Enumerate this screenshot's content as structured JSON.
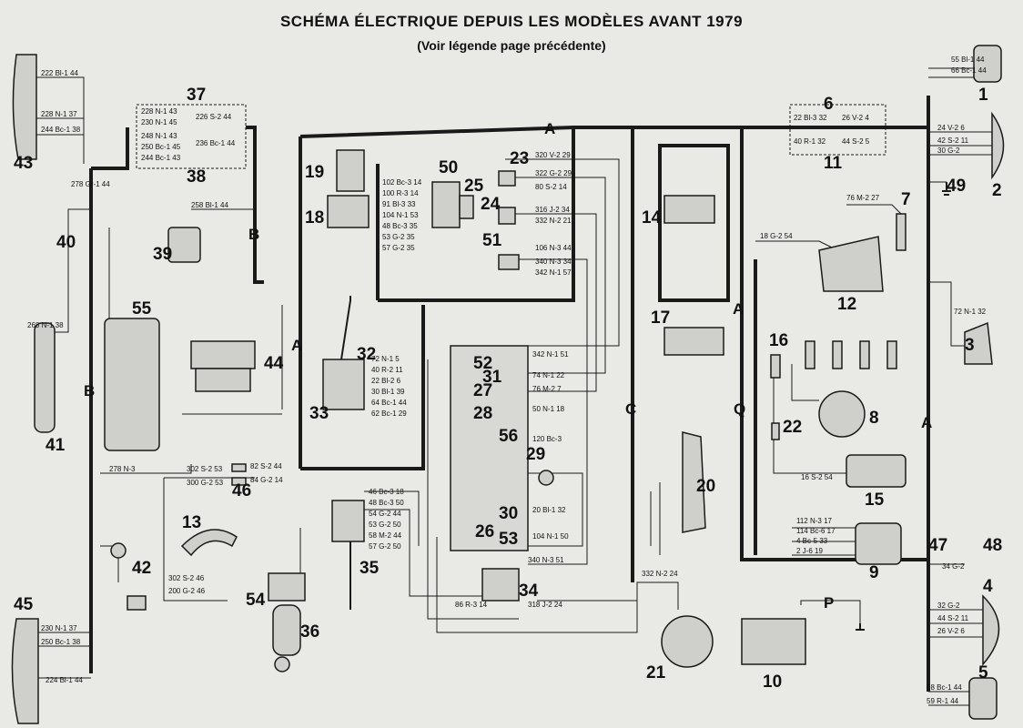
{
  "title": "SCHÉMA ÉLECTRIQUE DEPUIS LES MODÈLES  AVANT  1979",
  "subtitle": "(Voir légende page précédente)",
  "buses": [
    "A",
    "A",
    "A",
    "A",
    "B",
    "B",
    "C",
    "Q",
    "P"
  ],
  "component_numbers": [
    "1",
    "2",
    "3",
    "4",
    "5",
    "6",
    "7",
    "8",
    "9",
    "10",
    "11",
    "12",
    "13",
    "14",
    "15",
    "16",
    "17",
    "18",
    "19",
    "20",
    "21",
    "22",
    "23",
    "24",
    "25",
    "26",
    "27",
    "28",
    "29",
    "30",
    "31",
    "32",
    "33",
    "34",
    "35",
    "36",
    "37",
    "38",
    "39",
    "40",
    "41",
    "42",
    "43",
    "44",
    "45",
    "46",
    "47",
    "48",
    "49",
    "50",
    "51",
    "52",
    "53",
    "54",
    "55",
    "56"
  ],
  "wire_labels": [
    "222 Bl-1 44",
    "228 N-1 37",
    "244 Bc-1 38",
    "278 Gr-1 44",
    "268 N-1 38",
    "278 N-3",
    "302 S-2 53",
    "300 G-2 53",
    "82 S-2 44",
    "84 G-2 14",
    "302 S-2 46",
    "200 G-2 46",
    "230 N-1 37",
    "250 Bc-1 38",
    "224 Bl-1 44",
    "258 Bl-1 44",
    "228 N-1 43",
    "230 N-1 45",
    "226 S-2 44",
    "248 N-1 43",
    "250 Bc-1 45",
    "236 Bc-1 44",
    "244 Bc-1 43",
    "102 Bc-3 14",
    "100 R-3 14",
    "91 Bl-3 33",
    "104 N-1 53",
    "48 Bc-3 35",
    "53 G-2 35",
    "57 G-2 35",
    "320 V-2 29",
    "322 G-2 29",
    "80 S-2 14",
    "316 J-2 34",
    "332 N-2 21",
    "106 N-3 44",
    "340 N-3 34",
    "342 N-1 57",
    "72 N-1 5",
    "40 R-2 11",
    "22 Bl-2 6",
    "30 Bl-1 39",
    "64 Bc-1 44",
    "62 Bc-1 29",
    "342 N-1 51",
    "74 N-1 22",
    "76 M-2 7",
    "50 N-1 18",
    "120 Bc-3",
    "20 Bl-1 32",
    "104 N-1 50",
    "46 Bc-3 18",
    "48 Bc-3 50",
    "54 G-2 44",
    "53 G-2 50",
    "58 M-2 44",
    "57 G-2 50",
    "340 N-3 51",
    "86 R-3 14",
    "318 J-2 24",
    "332 N-2 24",
    "55 Bl-1 44",
    "66 Bc-1 44",
    "22 Bl-3 32",
    "26 V-2 4",
    "40 R-1 32",
    "44 S-2 5",
    "24 V-2 6",
    "42 S-2 11",
    "30 G-2",
    "76 M-2 27",
    "18 G-2 54",
    "72 N-1 32",
    "112 N-3 17",
    "114 Bc-6 17",
    "4 Bc-5 33",
    "2 J-6 19",
    "16 S-2 54",
    "34 G-2",
    "32 G-2",
    "44 S-2 11",
    "26 V-2 6",
    "68 Bc-1 44",
    "59 R-1 44"
  ]
}
